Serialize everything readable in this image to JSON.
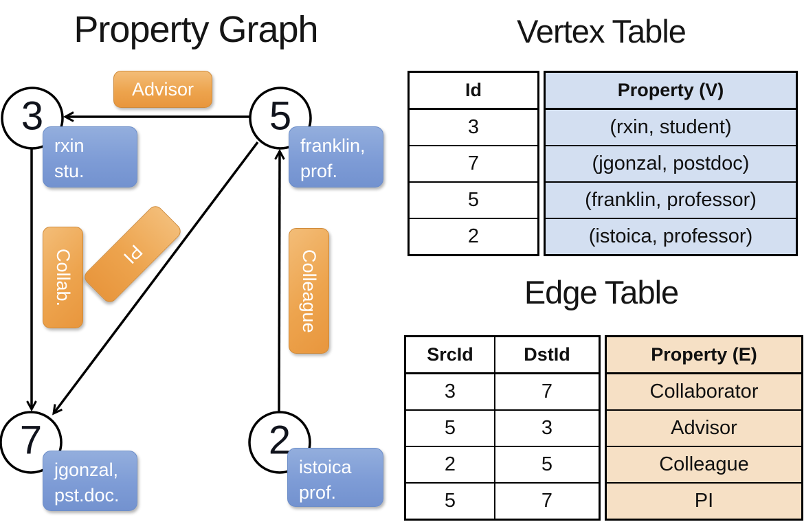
{
  "graph": {
    "title": "Property Graph",
    "nodes": [
      {
        "id": "3",
        "label_line1": "rxin",
        "label_line2": "stu."
      },
      {
        "id": "5",
        "label_line1": "franklin,",
        "label_line2": "prof."
      },
      {
        "id": "7",
        "label_line1": "jgonzal,",
        "label_line2": "pst.doc."
      },
      {
        "id": "2",
        "label_line1": "istoica",
        "label_line2": "prof."
      }
    ],
    "edge_labels": [
      {
        "text": "Advisor"
      },
      {
        "text": "Collab."
      },
      {
        "text": "PI"
      },
      {
        "text": "Colleague"
      }
    ]
  },
  "vertex_table": {
    "title": "Vertex Table",
    "columns": {
      "id": "Id",
      "property": "Property (V)"
    },
    "rows": [
      {
        "id": "3",
        "property": "(rxin, student)"
      },
      {
        "id": "7",
        "property": "(jgonzal, postdoc)"
      },
      {
        "id": "5",
        "property": "(franklin, professor)"
      },
      {
        "id": "2",
        "property": "(istoica, professor)"
      }
    ]
  },
  "edge_table": {
    "title": "Edge Table",
    "columns": {
      "src": "SrcId",
      "dst": "DstId",
      "property": "Property (E)"
    },
    "rows": [
      {
        "src": "3",
        "dst": "7",
        "property": "Collaborator"
      },
      {
        "src": "5",
        "dst": "3",
        "property": "Advisor"
      },
      {
        "src": "2",
        "dst": "5",
        "property": "Colleague"
      },
      {
        "src": "5",
        "dst": "7",
        "property": "PI"
      }
    ]
  },
  "colors": {
    "edge_label_orange": "#eda44e",
    "node_label_blue": "#7e9cd6",
    "vertex_property_cell": "#d3dff1",
    "edge_property_cell": "#f6e0c5",
    "line_black": "#000000"
  }
}
